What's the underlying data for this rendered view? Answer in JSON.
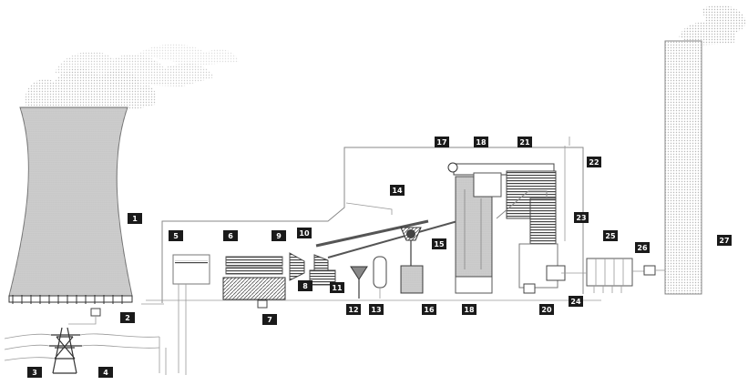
{
  "callouts": {
    "c1": "1",
    "c2": "2",
    "c3": "3",
    "c4": "4",
    "c5": "5",
    "c6": "6",
    "c7": "7",
    "c8": "8",
    "c9": "9",
    "c10": "10",
    "c11": "11",
    "c12": "12",
    "c13": "13",
    "c14": "14",
    "c15": "15",
    "c16": "16",
    "c17": "17",
    "c18a": "18",
    "c18b": "18",
    "c20": "20",
    "c21": "21",
    "c22": "22",
    "c23": "23",
    "c24": "24",
    "c25": "25",
    "c26": "26",
    "c27": "27"
  },
  "colors": {
    "line": "#8a8a8a",
    "callout_bg": "#1a1a1a",
    "callout_text": "#ffffff",
    "smoke": "#c8c8c8"
  }
}
